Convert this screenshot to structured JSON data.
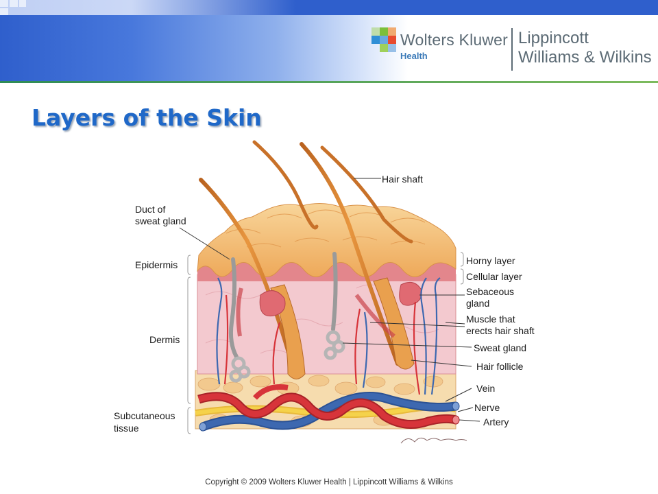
{
  "header": {
    "brand_name": "Wolters Kluwer",
    "brand_sub": "Health",
    "publisher_line1": "Lippincott",
    "publisher_line2": "Williams & Wilkins"
  },
  "slide": {
    "title": "Layers of the Skin"
  },
  "diagram": {
    "labels": {
      "duct_line1": "Duct of",
      "duct_line2": "sweat gland",
      "epidermis": "Epidermis",
      "dermis": "Dermis",
      "subcutaneous_line1": "Subcutaneous",
      "subcutaneous_line2": "tissue",
      "hair_shaft": "Hair shaft",
      "horny_layer": "Horny layer",
      "cellular_layer": "Cellular layer",
      "sebaceous_line1": "Sebaceous",
      "sebaceous_line2": "gland",
      "muscle_line1": "Muscle that",
      "muscle_line2": "erects hair shaft",
      "sweat_gland": "Sweat gland",
      "hair_follicle": "Hair follicle",
      "vein": "Vein",
      "nerve": "Nerve",
      "artery": "Artery"
    }
  },
  "footer": {
    "copyright": "Copyright © 2009 Wolters Kluwer Health | Lippincott Williams & Wilkins"
  },
  "colors": {
    "title_blue": "#1f68c8",
    "header_blue": "#2f5fcc",
    "epidermis": "#f2b96a",
    "dermis": "#f3c9cf",
    "artery": "#d7343a",
    "vein": "#3d68b0",
    "nerve": "#f5d24a"
  }
}
